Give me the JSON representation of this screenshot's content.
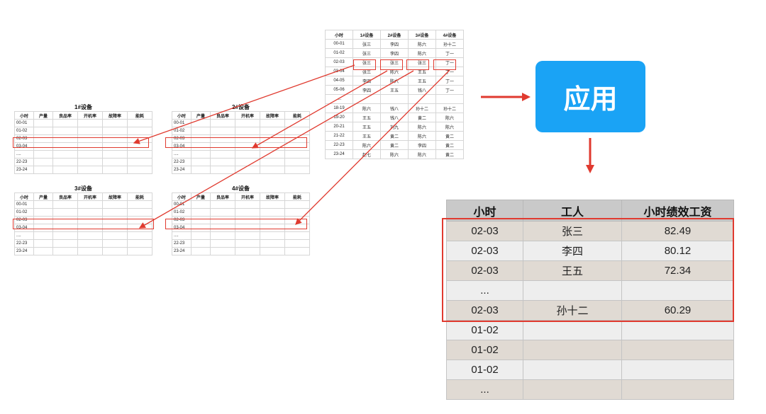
{
  "devices": [
    {
      "title": "1#设备"
    },
    {
      "title": "2#设备"
    },
    {
      "title": "3#设备"
    },
    {
      "title": "4#设备"
    }
  ],
  "device_table": {
    "headers": [
      "小时",
      "产量",
      "良品率",
      "开机率",
      "故障率",
      "能耗"
    ],
    "rows": [
      "00-01",
      "01-02",
      "02-03",
      "03-04",
      "....",
      "22-23",
      "23-24"
    ]
  },
  "schedule": {
    "headers": [
      "小时",
      "1#设备",
      "2#设备",
      "3#设备",
      "4#设备"
    ],
    "rows": [
      [
        "00-01",
        "张三",
        "李四",
        "陈六",
        "孙十二"
      ],
      [
        "01-02",
        "张三",
        "李四",
        "陈六",
        "丁一"
      ],
      [
        "02-03",
        "张三",
        "张三",
        "张三",
        "丁一"
      ],
      [
        "03-04",
        "张三",
        "陈六",
        "王五",
        "丁一"
      ],
      [
        "04-05",
        "李四",
        "陈六",
        "王五",
        "丁一"
      ],
      [
        "05-06",
        "李四",
        "王五",
        "钱八",
        "丁一"
      ],
      [
        "....",
        "",
        "",
        "",
        ""
      ],
      [
        "18-19",
        "陈六",
        "钱八",
        "孙十二",
        "孙十二"
      ],
      [
        "19-20",
        "王五",
        "钱八",
        "黄二",
        "陈六"
      ],
      [
        "20-21",
        "王五",
        "刘九",
        "陈六",
        "陈六"
      ],
      [
        "21-22",
        "王五",
        "黄二",
        "陈六",
        "黄二"
      ],
      [
        "22-23",
        "陈六",
        "黄二",
        "李四",
        "黄二"
      ],
      [
        "23-24",
        "赵七",
        "陈六",
        "陈六",
        "黄二"
      ]
    ]
  },
  "apply_label": "应用",
  "result": {
    "headers": [
      "小时",
      "工人",
      "小时绩效工资"
    ],
    "rows": [
      [
        "02-03",
        "张三",
        "82.49"
      ],
      [
        "02-03",
        "李四",
        "80.12"
      ],
      [
        "02-03",
        "王五",
        "72.34"
      ],
      [
        "...",
        "",
        ""
      ],
      [
        "02-03",
        "孙十二",
        "60.29"
      ],
      [
        "01-02",
        "",
        ""
      ],
      [
        "01-02",
        "",
        ""
      ],
      [
        "01-02",
        "",
        ""
      ],
      [
        "...",
        "",
        ""
      ]
    ]
  },
  "colors": {
    "accent_red": "#e03a2f",
    "button_blue": "#1aa3f5"
  }
}
